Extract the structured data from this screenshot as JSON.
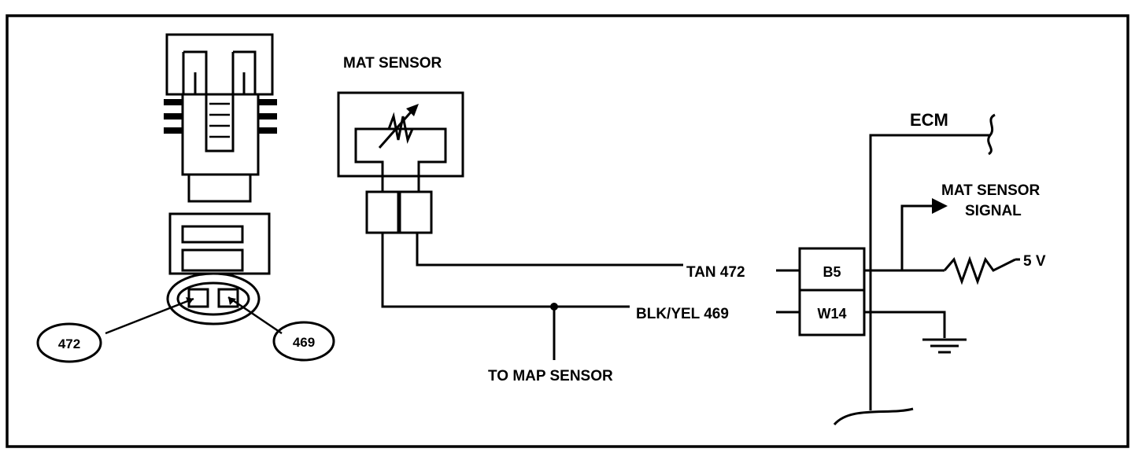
{
  "sensor": {
    "title": "MAT SENSOR"
  },
  "ecm": {
    "title": "ECM",
    "signal_label_line1": "MAT SENSOR",
    "signal_label_line2": "SIGNAL",
    "voltage": "5 V",
    "pin_b5": "B5",
    "pin_w14": "W14"
  },
  "wires": {
    "tan": "TAN 472",
    "blk_yel": "BLK/YEL 469",
    "to_map": "TO MAP SENSOR"
  },
  "connector": {
    "callout_left": "472",
    "callout_right": "469"
  }
}
